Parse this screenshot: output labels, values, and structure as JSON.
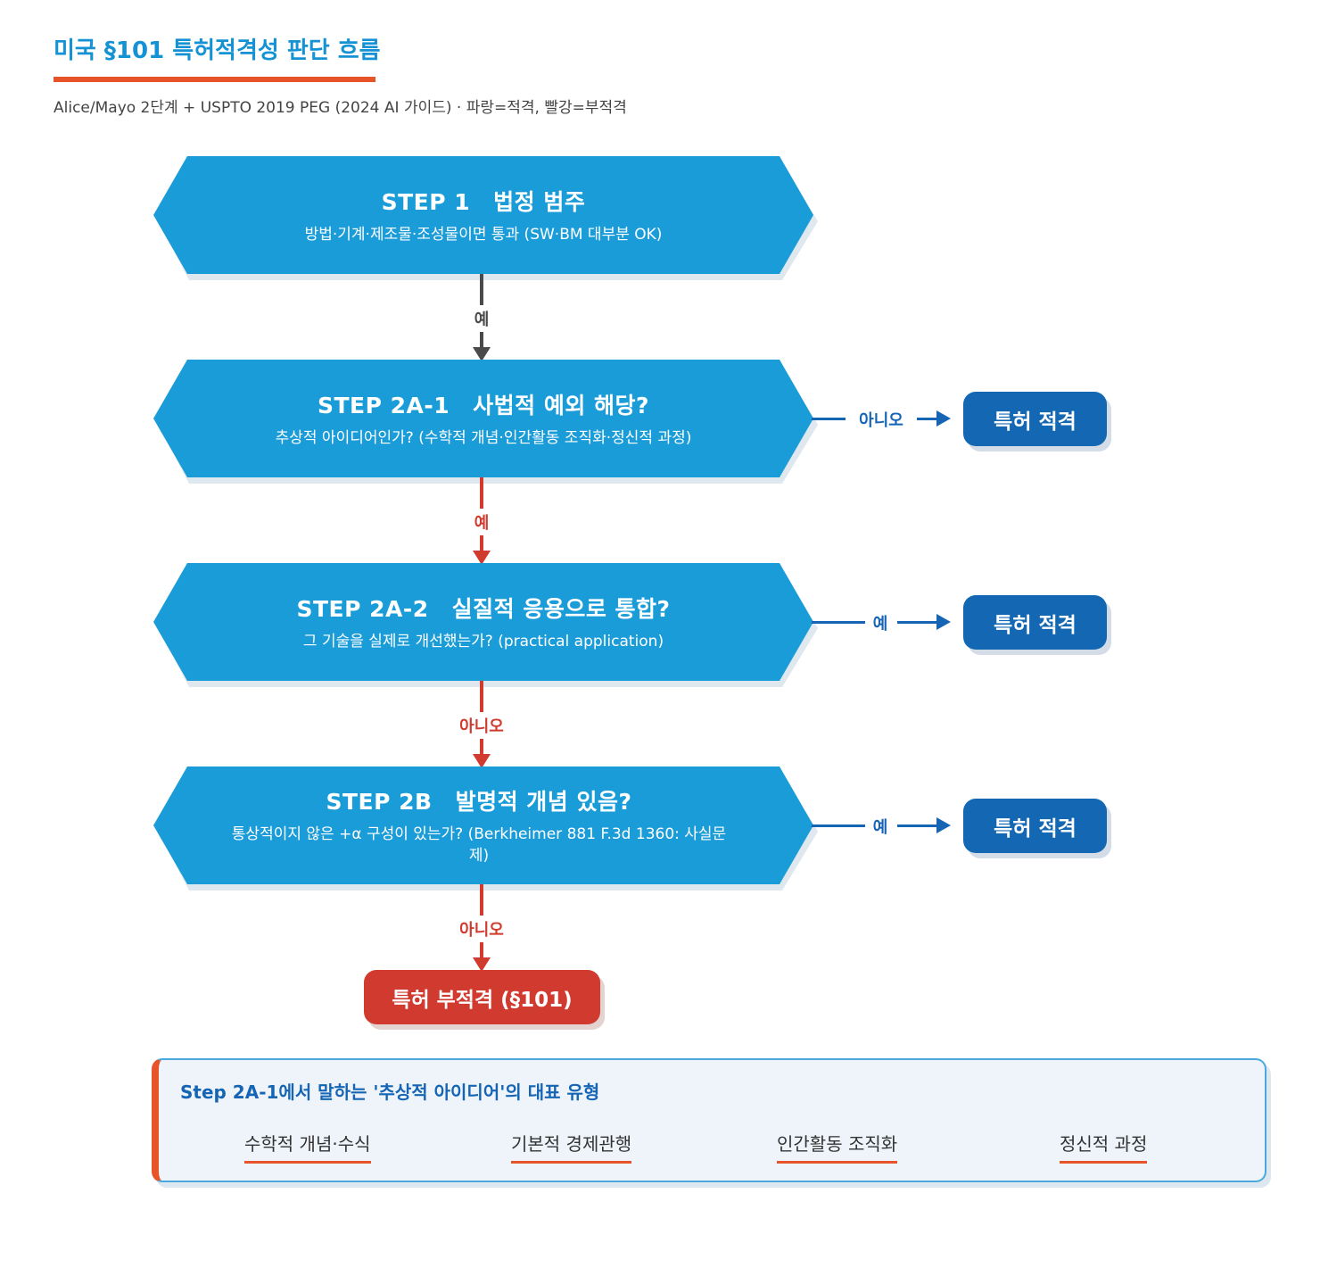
{
  "header": {
    "title": "미국 §101 특허적격성 판단 흐름",
    "subtitle": "Alice/Mayo 2단계 + USPTO 2019 PEG (2024 AI 가이드)   ·  파랑=적격, 빨강=부적격"
  },
  "colors": {
    "step_fill": "#1a9cd9",
    "eligible": "#1468b3",
    "ineligible": "#d03a2f",
    "accent": "#e8542a",
    "neutral_arrow": "#4a4a4a"
  },
  "steps": [
    {
      "step": "STEP 1",
      "question": "법정 범주",
      "detail": "방법·기계·제조물·조성물이면 통과 (SW·BM 대부분 OK)"
    },
    {
      "step": "STEP 2A-1",
      "question": "사법적 예외 해당?",
      "detail": "추상적 아이디어인가? (수학적 개념·인간활동 조직화·정신적 과정)"
    },
    {
      "step": "STEP 2A-2",
      "question": "실질적 응용으로 통합?",
      "detail": "그 기술을 실제로 개선했는가? (practical application)"
    },
    {
      "step": "STEP 2B",
      "question": "발명적 개념 있음?",
      "detail": "통상적이지 않은 +α 구성이 있는가? (Berkheimer 881 F.3d 1360: 사실문제)"
    }
  ],
  "flow_labels": {
    "step1_down": "예",
    "step2a1_down": "예",
    "step2a1_right": "아니오",
    "step2a2_down": "아니오",
    "step2a2_right": "예",
    "step2b_down": "아니오",
    "step2b_right": "예"
  },
  "outcomes": {
    "eligible": "특허 적격",
    "ineligible": "특허 부적격 (§101)"
  },
  "legend": {
    "title": "Step 2A-1에서 말하는 '추상적 아이디어'의 대표 유형",
    "items": [
      "수학적 개념·수식",
      "기본적 경제관행",
      "인간활동 조직화",
      "정신적 과정"
    ]
  }
}
